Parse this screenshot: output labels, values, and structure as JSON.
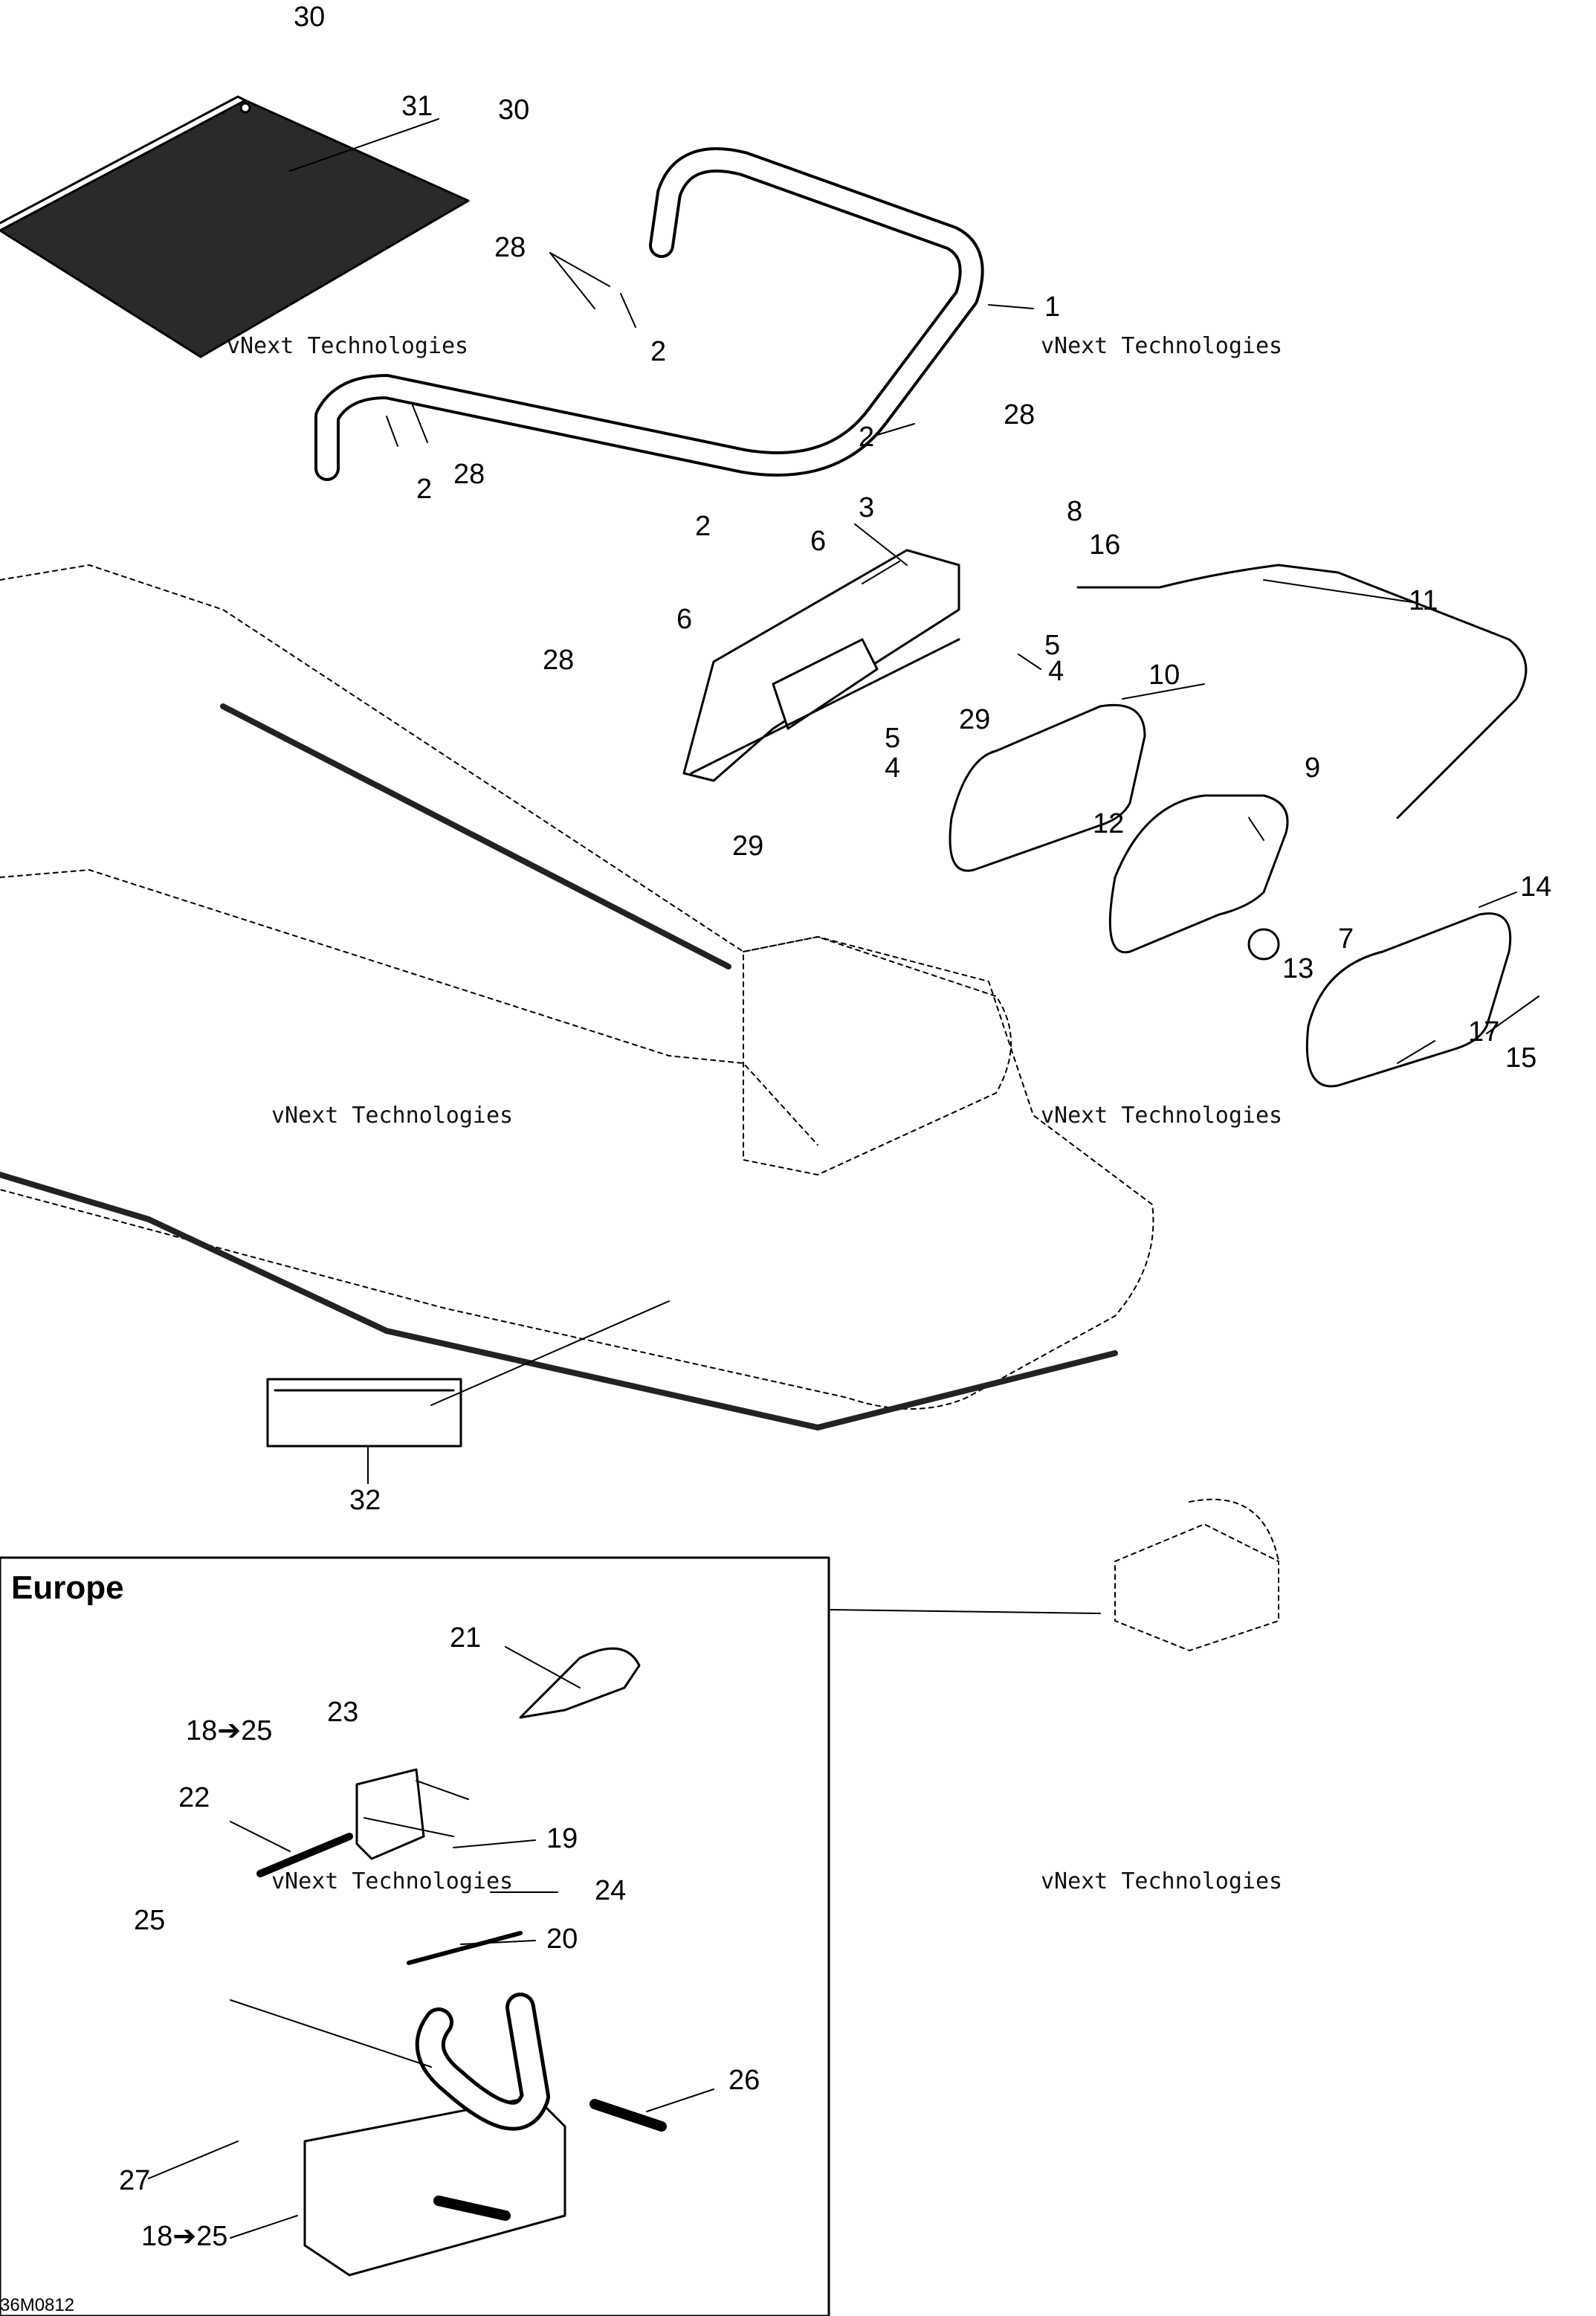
{
  "diagram": {
    "reference_code": "36M0812",
    "inset_title": "Europe",
    "watermark_line1": "vNext Technologies",
    "watermark_line2": "vNext",
    "watermark_line3": "Technologies",
    "callouts": {
      "c1": "1",
      "c2a": "2",
      "c2b": "2",
      "c2c": "2",
      "c2d": "2",
      "c3": "3",
      "c4a": "4",
      "c4b": "4",
      "c5a": "5",
      "c5b": "5",
      "c6a": "6",
      "c6b": "6",
      "c7": "7",
      "c8": "8",
      "c9": "9",
      "c10": "10",
      "c11": "11",
      "c12": "12",
      "c13": "13",
      "c14": "14",
      "c15": "15",
      "c16": "16",
      "c17": "17",
      "c18a": "18➔25",
      "c18b": "18➔25",
      "c19": "19",
      "c20": "20",
      "c21": "21",
      "c22": "22",
      "c23": "23",
      "c24": "24",
      "c25": "25",
      "c26": "26",
      "c27": "27",
      "c28a": "28",
      "c28b": "28",
      "c28c": "28",
      "c28d": "28",
      "c29a": "29",
      "c29b": "29",
      "c30a": "30",
      "c30b": "30",
      "c31": "31",
      "c32": "32"
    }
  }
}
